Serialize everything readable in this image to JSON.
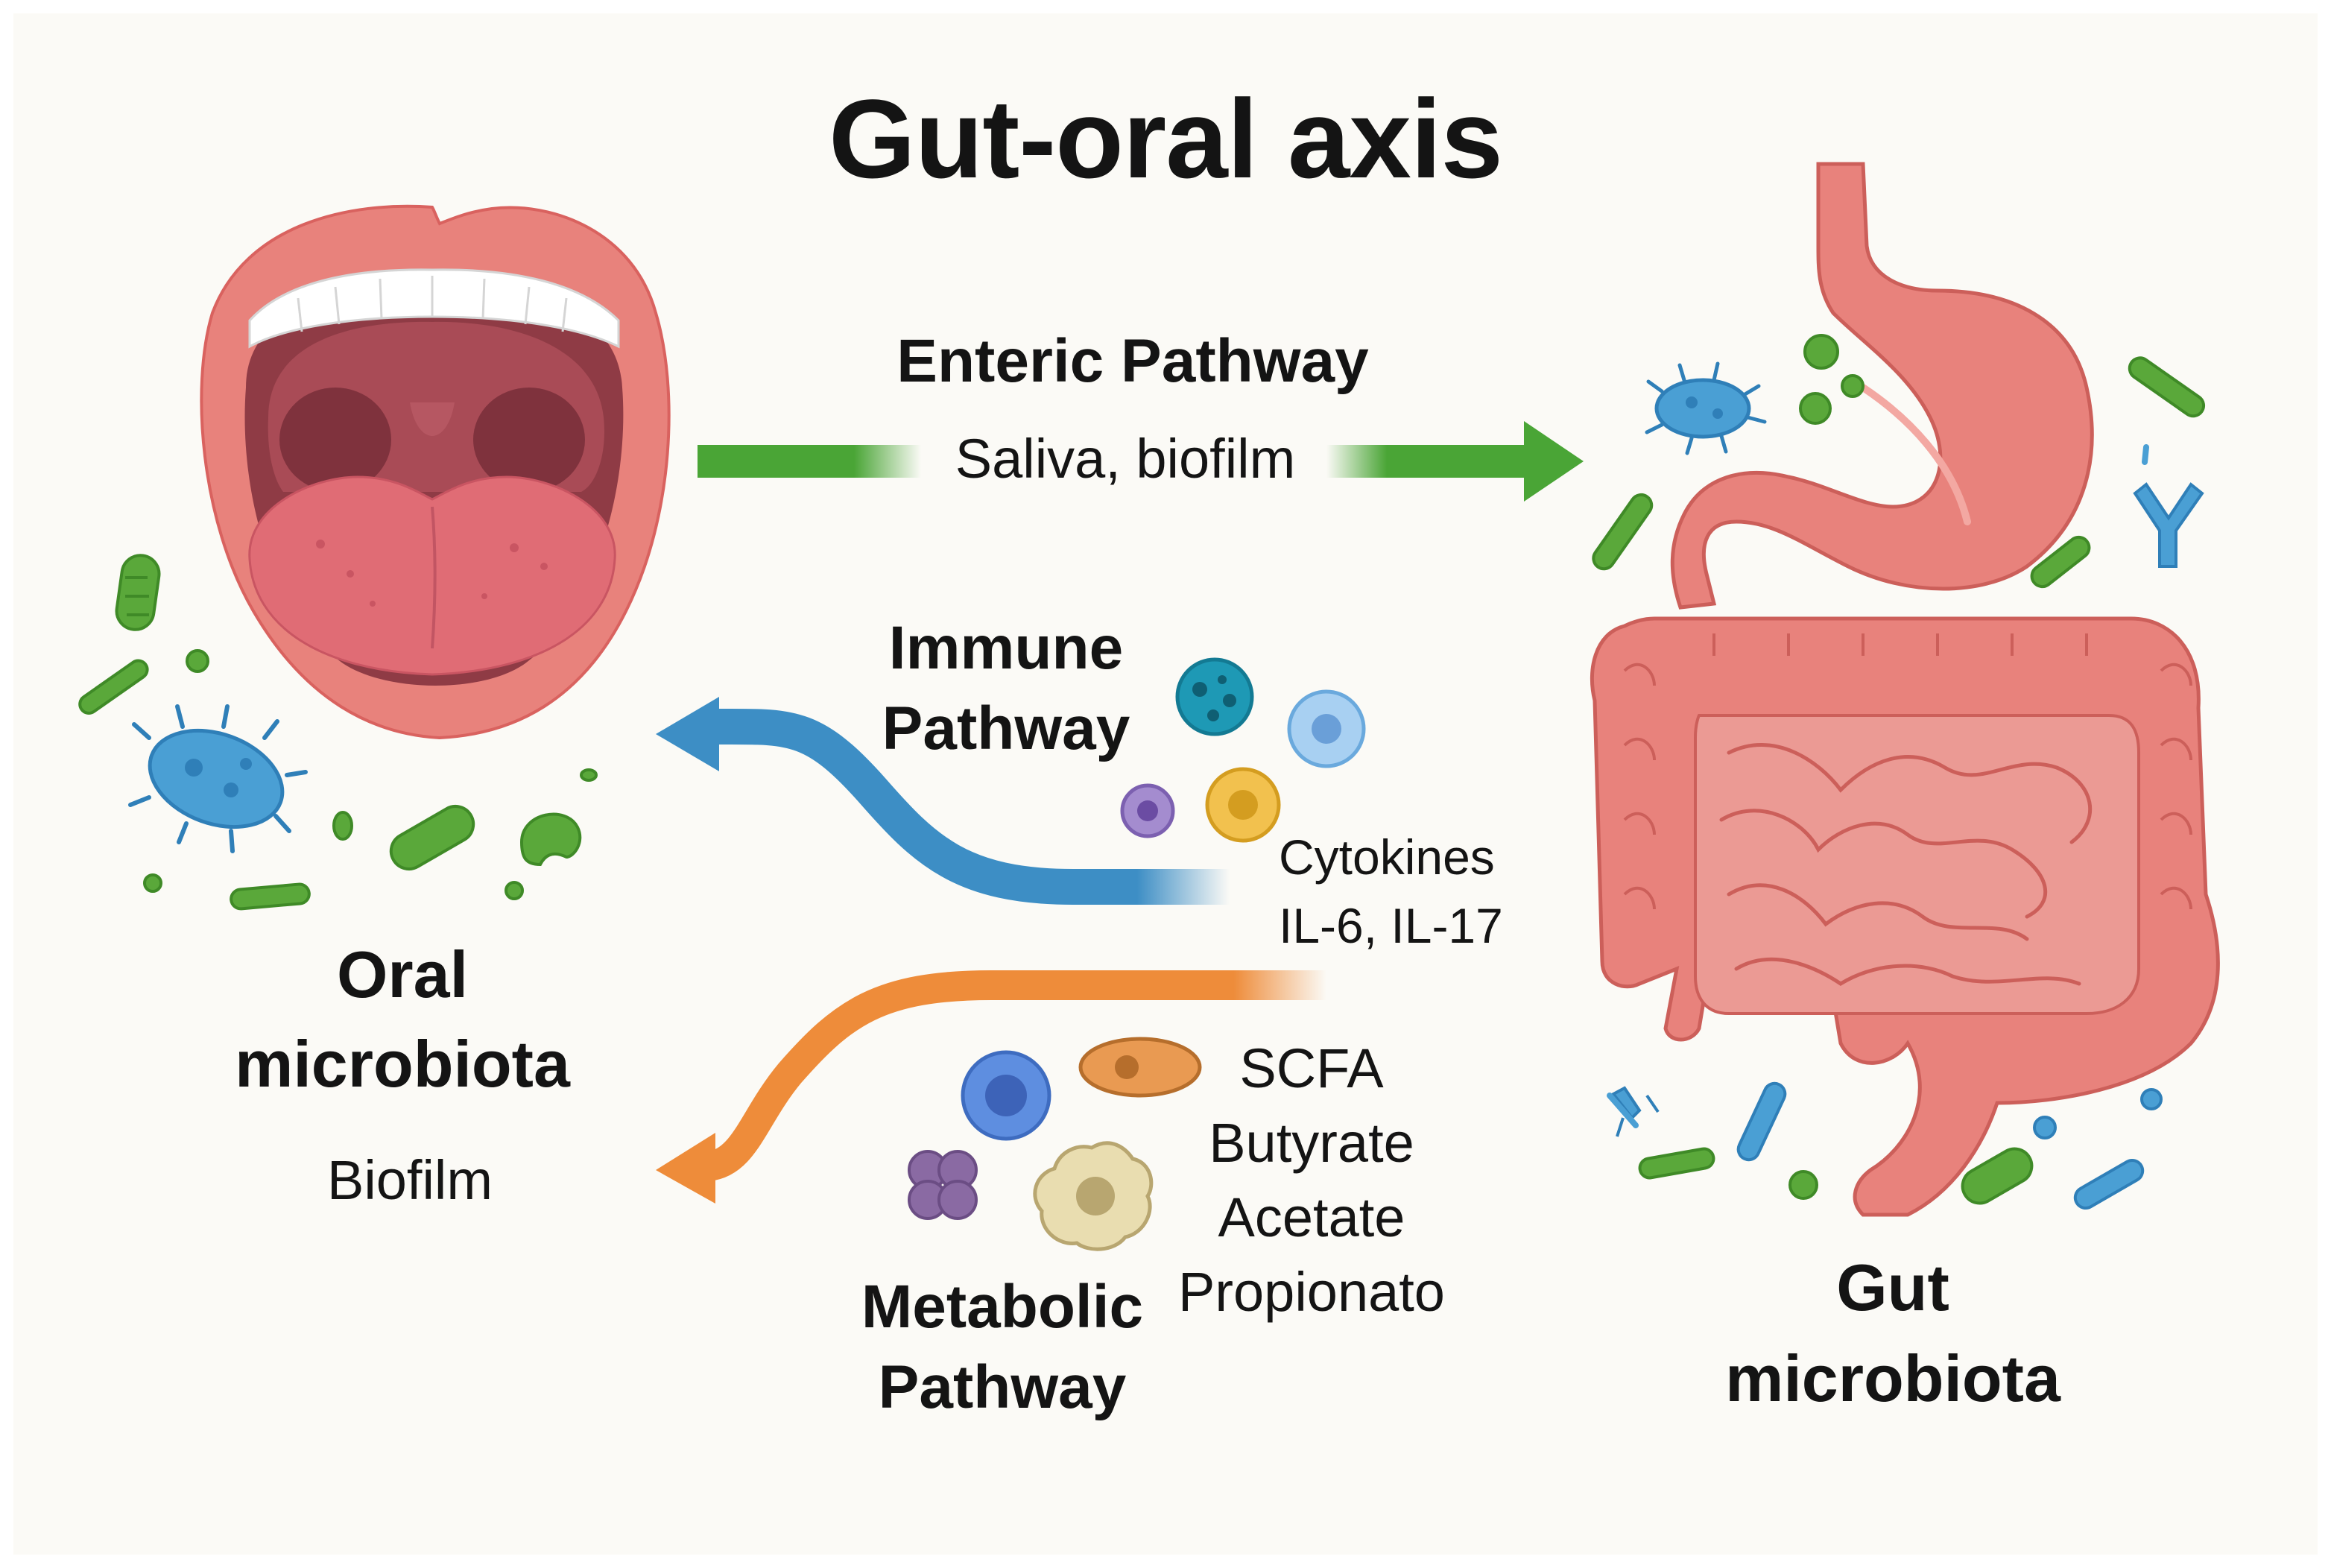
{
  "title": "Gut-oral axis",
  "oral": {
    "name_line1": "Oral",
    "name_line2": "microbiota",
    "sublabel": "Biofilm"
  },
  "gut": {
    "name_line1": "Gut",
    "name_line2": "microbiota"
  },
  "enteric": {
    "label": "Enteric Pathway",
    "detail": "Saliva, biofilm"
  },
  "immune": {
    "label_line1": "Immune",
    "label_line2": "Pathway",
    "detail_line1": "Cytokines",
    "detail_line2": "IL-6, IL-17"
  },
  "metabolic": {
    "label_line1": "Metabolic",
    "label_line2": "Pathway",
    "metabolites": [
      "SCFA",
      "Butyrate",
      "Acetate",
      "Propionato"
    ]
  },
  "colors": {
    "enteric_arrow": "#4aa536",
    "immune_arrow": "#3d8ec5",
    "metabolic_arrow": "#ee8c3a",
    "tissue": "#e8827c",
    "bacteria_green": "#5aa83a",
    "bacteria_blue": "#4a9fd4"
  }
}
